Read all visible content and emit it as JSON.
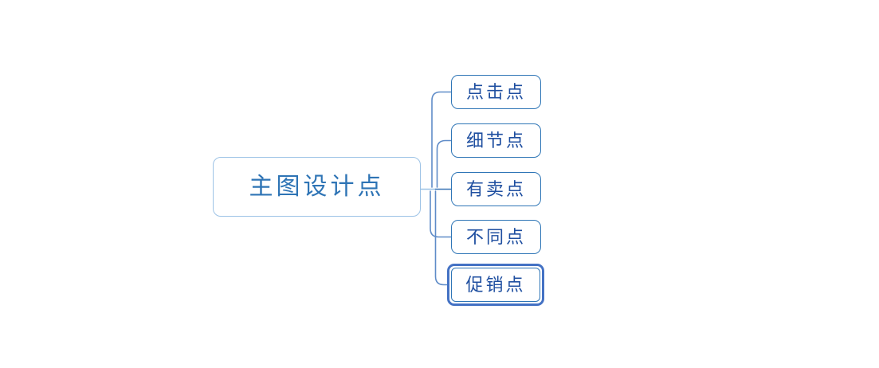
{
  "app": {
    "background_color": "#ffffff"
  },
  "mindmap": {
    "root": {
      "label": "主图设计点",
      "text_color": "#2e74b5",
      "border_color": "#9dc3e6"
    },
    "children": [
      {
        "label": "点击点",
        "selected": false
      },
      {
        "label": "细节点",
        "selected": false
      },
      {
        "label": "有卖点",
        "selected": false
      },
      {
        "label": "不同点",
        "selected": false
      },
      {
        "label": "促销点",
        "selected": true
      }
    ],
    "child_text_color": "#1f4fa0",
    "child_border_color": "#2e75b6",
    "selection_border_color": "#4472c4",
    "connector_color": "#5f8cc8",
    "connector_stub_color": "#9dc3e6"
  }
}
